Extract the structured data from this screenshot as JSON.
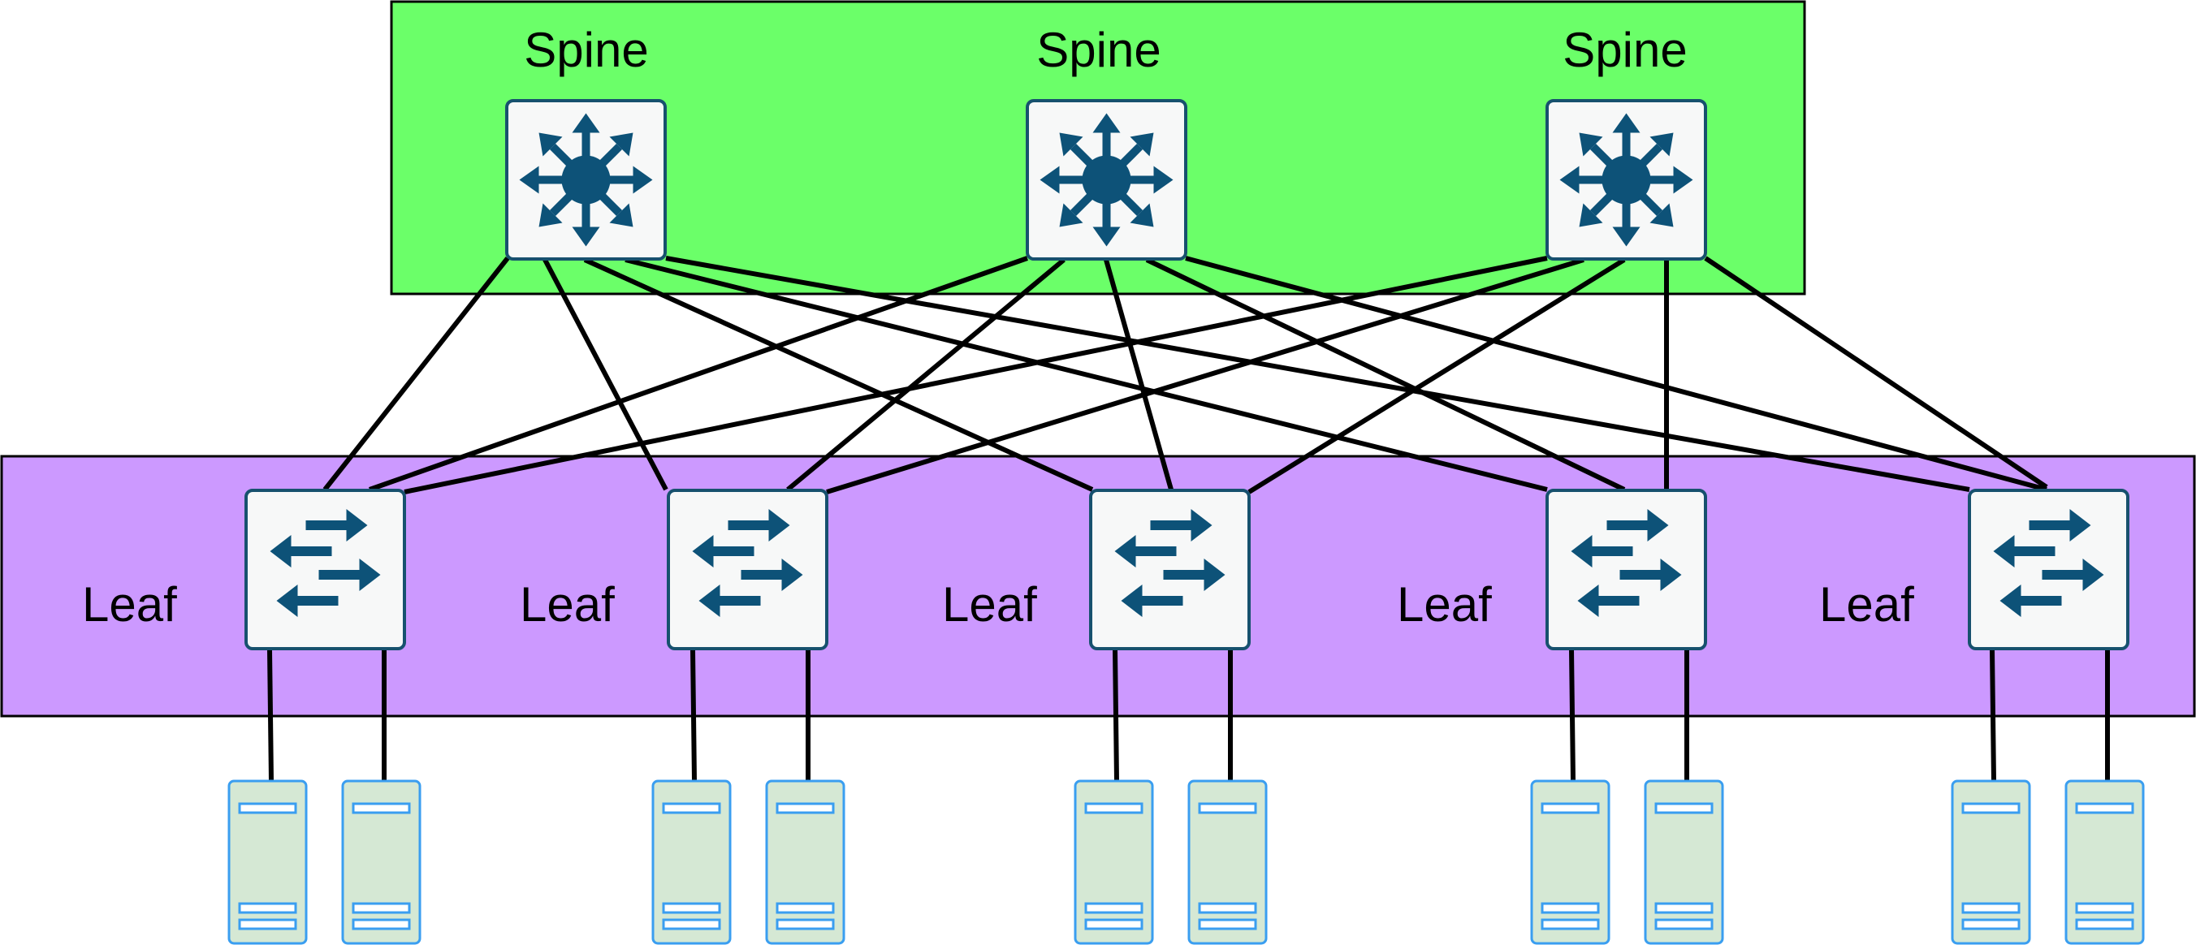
{
  "layers": {
    "spine_label": "Spine",
    "leaf_label": "Leaf"
  },
  "colors": {
    "spine_band": "#6bff69",
    "leaf_band": "#cc99ff",
    "device_border": "#17516e",
    "device_glyph": "#0d5278",
    "device_fill": "#f7f8f8",
    "server_fill": "#d5e8d4",
    "server_border": "#3a9ef0",
    "link": "#000000"
  },
  "spines": [
    {
      "label": "Spine",
      "icon": "multilayer-switch-icon"
    },
    {
      "label": "Spine",
      "icon": "multilayer-switch-icon"
    },
    {
      "label": "Spine",
      "icon": "multilayer-switch-icon"
    }
  ],
  "leaves": [
    {
      "label": "Leaf",
      "icon": "layer2-switch-icon",
      "servers": 2
    },
    {
      "label": "Leaf",
      "icon": "layer2-switch-icon",
      "servers": 2
    },
    {
      "label": "Leaf",
      "icon": "layer2-switch-icon",
      "servers": 2
    },
    {
      "label": "Leaf",
      "icon": "layer2-switch-icon",
      "servers": 2
    },
    {
      "label": "Leaf",
      "icon": "layer2-switch-icon",
      "servers": 2
    }
  ],
  "topology": "full-mesh spine-leaf: every spine links to every leaf; each leaf links to two servers"
}
